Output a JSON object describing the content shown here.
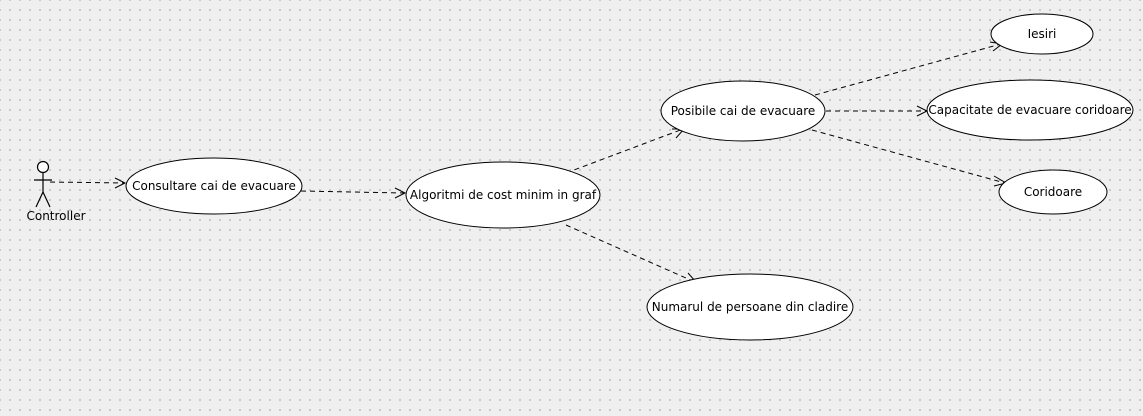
{
  "diagram": {
    "actor": {
      "name": "Controller"
    },
    "use_cases": {
      "consultare": "Consultare cai de evacuare",
      "algoritmi": "Algoritmi de cost minim in graf",
      "posibile": "Posibile cai de evacuare",
      "numarul": "Numarul de persoane din cladire",
      "iesiri": "Iesiri",
      "capacitate": "Capacitate de evacuare coridoare",
      "coridoare": "Coridoare"
    },
    "dependencies": [
      {
        "from": "actor",
        "to": "consultare"
      },
      {
        "from": "consultare",
        "to": "algoritmi"
      },
      {
        "from": "algoritmi",
        "to": "posibile"
      },
      {
        "from": "algoritmi",
        "to": "numarul"
      },
      {
        "from": "posibile",
        "to": "iesiri"
      },
      {
        "from": "posibile",
        "to": "capacitate"
      },
      {
        "from": "posibile",
        "to": "coridoare"
      }
    ]
  }
}
